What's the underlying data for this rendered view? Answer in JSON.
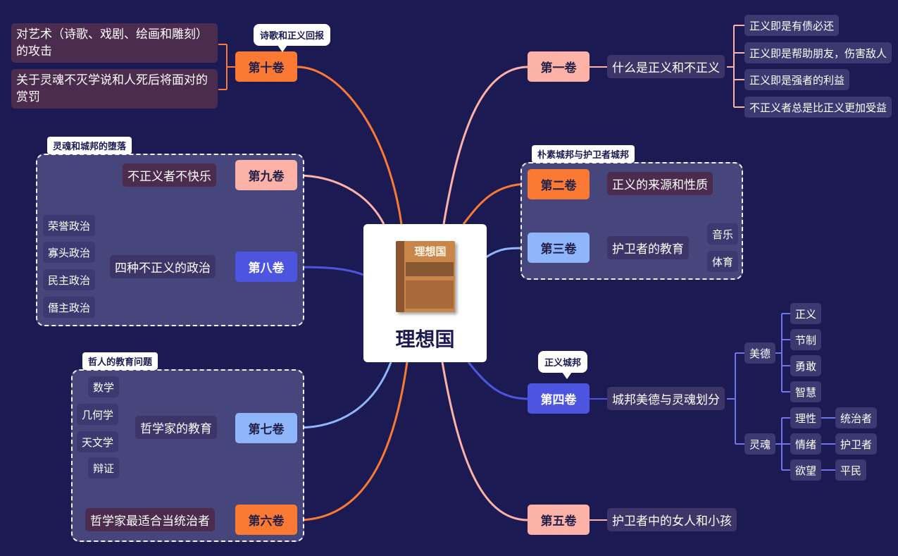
{
  "center": {
    "title": "理想国",
    "book_cover_title": "理想国"
  },
  "volumes": {
    "v1": "第一卷",
    "v2": "第二卷",
    "v3": "第三卷",
    "v4": "第四卷",
    "v5": "第五卷",
    "v6": "第六卷",
    "v7": "第七卷",
    "v8": "第八卷",
    "v9": "第九卷",
    "v10": "第十卷"
  },
  "book1": {
    "topic": "什么是正义和不正义",
    "items": [
      "正义即是有债必还",
      "正义即是帮助朋友，伤害敌人",
      "正义即是强者的利益",
      "不正义者总是比正义更加受益"
    ]
  },
  "group_right": {
    "label": "朴素城邦与护卫者城邦"
  },
  "book2": {
    "topic": "正义的来源和性质"
  },
  "book3": {
    "topic": "护卫者的教育",
    "items": [
      "音乐",
      "体育"
    ]
  },
  "book4": {
    "callout": "正义城邦",
    "topic": "城邦美德与灵魂划分",
    "virtue": {
      "label": "美德",
      "items": [
        "正义",
        "节制",
        "勇敢",
        "智慧"
      ]
    },
    "soul": {
      "label": "灵魂",
      "items": [
        {
          "part": "理性",
          "role": "统治者"
        },
        {
          "part": "情绪",
          "role": "护卫者"
        },
        {
          "part": "欲望",
          "role": "平民"
        }
      ]
    }
  },
  "book5": {
    "topic": "护卫者中的女人和小孩"
  },
  "book10": {
    "callout": "诗歌和正义回报",
    "items": [
      "对艺术（诗歌、戏剧、绘画和雕刻）的攻击",
      "关于灵魂不灭学说和人死后将面对的赏罚"
    ]
  },
  "group_left_top": {
    "label": "灵魂和城邦的堕落"
  },
  "book9": {
    "topic": "不正义者不快乐"
  },
  "book8": {
    "topic": "四种不正义的政治",
    "items": [
      "荣誉政治",
      "寡头政治",
      "民主政治",
      "僭主政治"
    ]
  },
  "group_left_bottom": {
    "label": "哲人的教育问题"
  },
  "book7": {
    "topic": "哲学家的教育",
    "items": [
      "数学",
      "几何学",
      "天文学",
      "辩证"
    ]
  },
  "book6": {
    "topic": "哲学家最适合当统治者"
  },
  "colors": {
    "background": "#1b1a52",
    "orange": "#fa7a33",
    "pink": "#fcb2a6",
    "blue": "#8fb6fb",
    "indigo": "#4d55e0",
    "leaf_line": "#6f74ea"
  }
}
